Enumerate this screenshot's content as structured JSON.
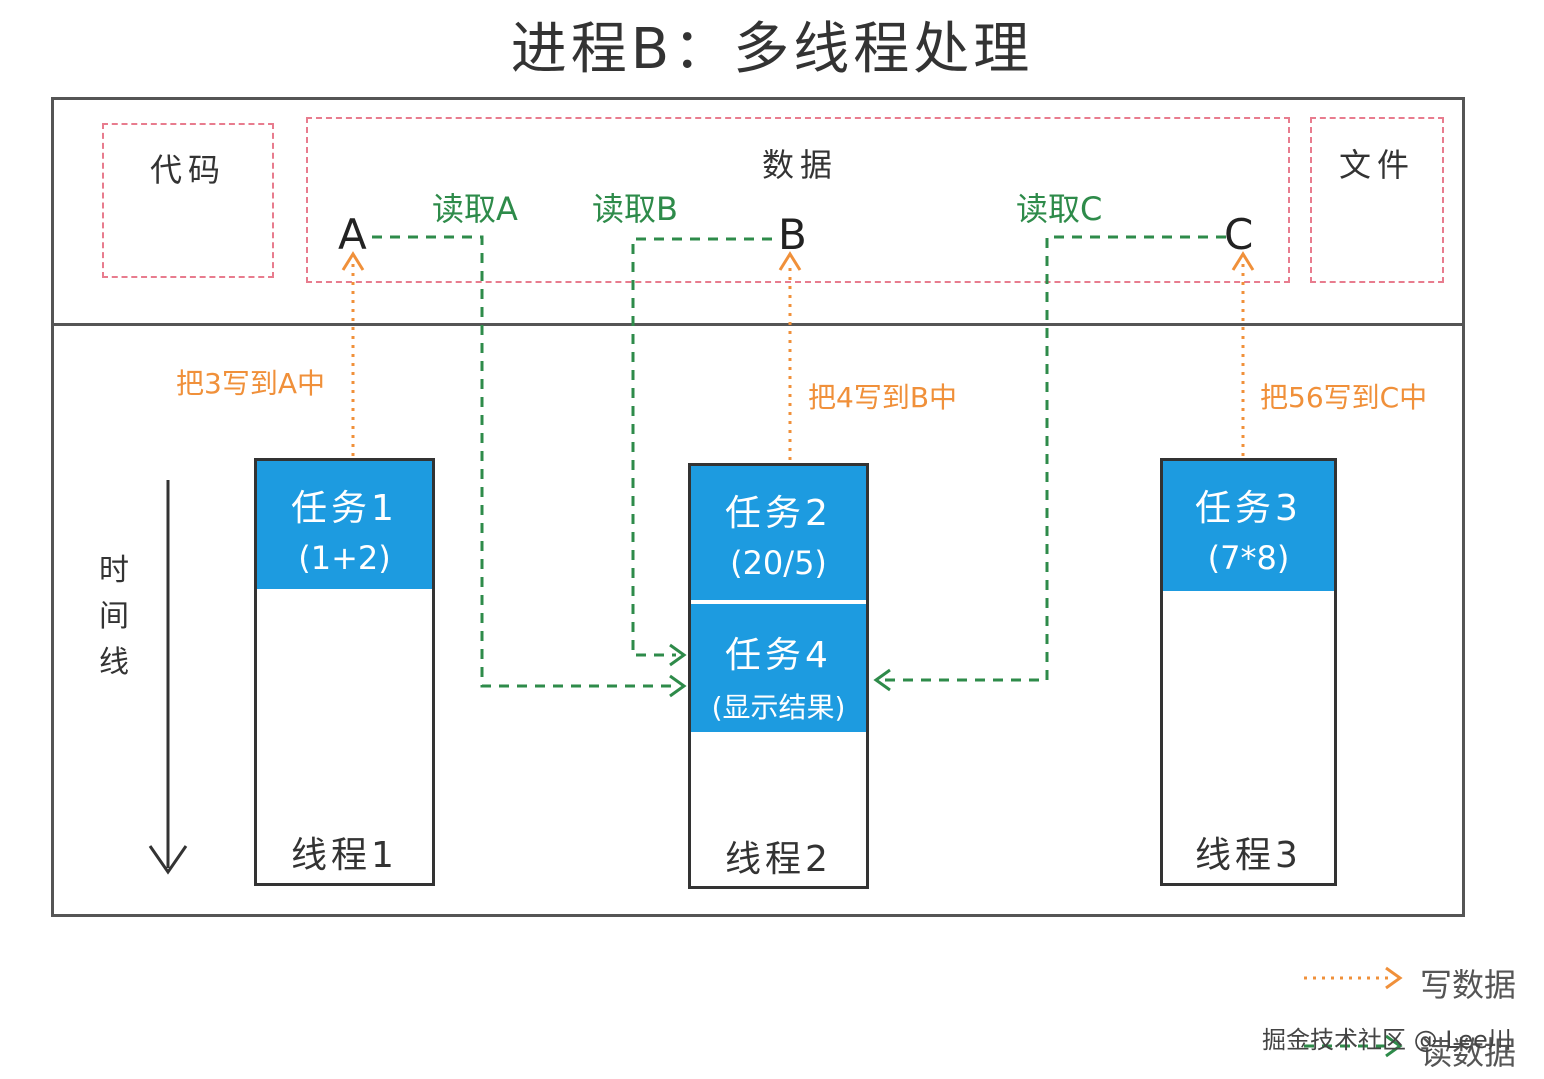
{
  "title": "进程B：多线程处理",
  "segments": {
    "code": "代码",
    "data": "数据",
    "file": "文件"
  },
  "variables": [
    "A",
    "B",
    "C"
  ],
  "reads": [
    "读取A",
    "读取B",
    "读取C"
  ],
  "writes": [
    "把3写到A中",
    "把4写到B中",
    "把56写到C中"
  ],
  "timeline": "时间线",
  "threads": [
    {
      "label": "线程1",
      "tasks": [
        {
          "name": "任务1",
          "expr": "(1+2)"
        }
      ]
    },
    {
      "label": "线程2",
      "tasks": [
        {
          "name": "任务2",
          "expr": "(20/5)"
        },
        {
          "name": "任务4",
          "expr": "(显示结果)"
        }
      ]
    },
    {
      "label": "线程3",
      "tasks": [
        {
          "name": "任务3",
          "expr": "(7*8)"
        }
      ]
    }
  ],
  "legend": {
    "write": "写数据",
    "read": "读数据"
  },
  "watermark": "掘金技术社区 @ Lee川",
  "colors": {
    "task_blue": "#1d9be0",
    "write_orange": "#f0903a",
    "read_green": "#2e8b4a",
    "segment_pink": "#e87c8e"
  }
}
